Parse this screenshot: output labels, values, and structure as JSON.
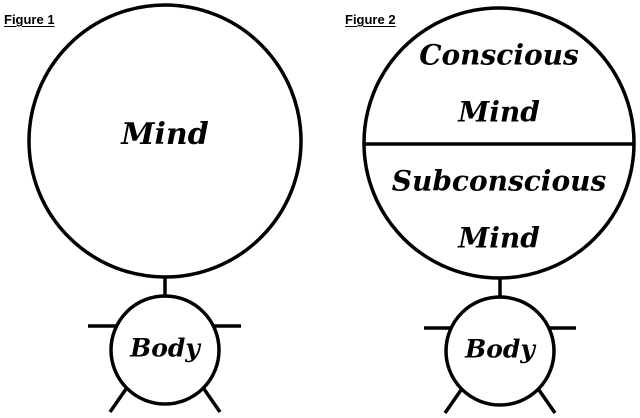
{
  "figures": [
    {
      "label": "Figure 1",
      "mind": {
        "sections": [
          "Mind"
        ]
      },
      "body": "Body"
    },
    {
      "label": "Figure 2",
      "mind": {
        "sections": [
          "Conscious Mind",
          "Subconscious Mind"
        ],
        "lines": [
          [
            "Conscious",
            "Mind"
          ],
          [
            "Subconscious",
            "Mind"
          ]
        ]
      },
      "body": "Body"
    }
  ],
  "colors": {
    "stroke": "#000000",
    "background": "#ffffff"
  }
}
